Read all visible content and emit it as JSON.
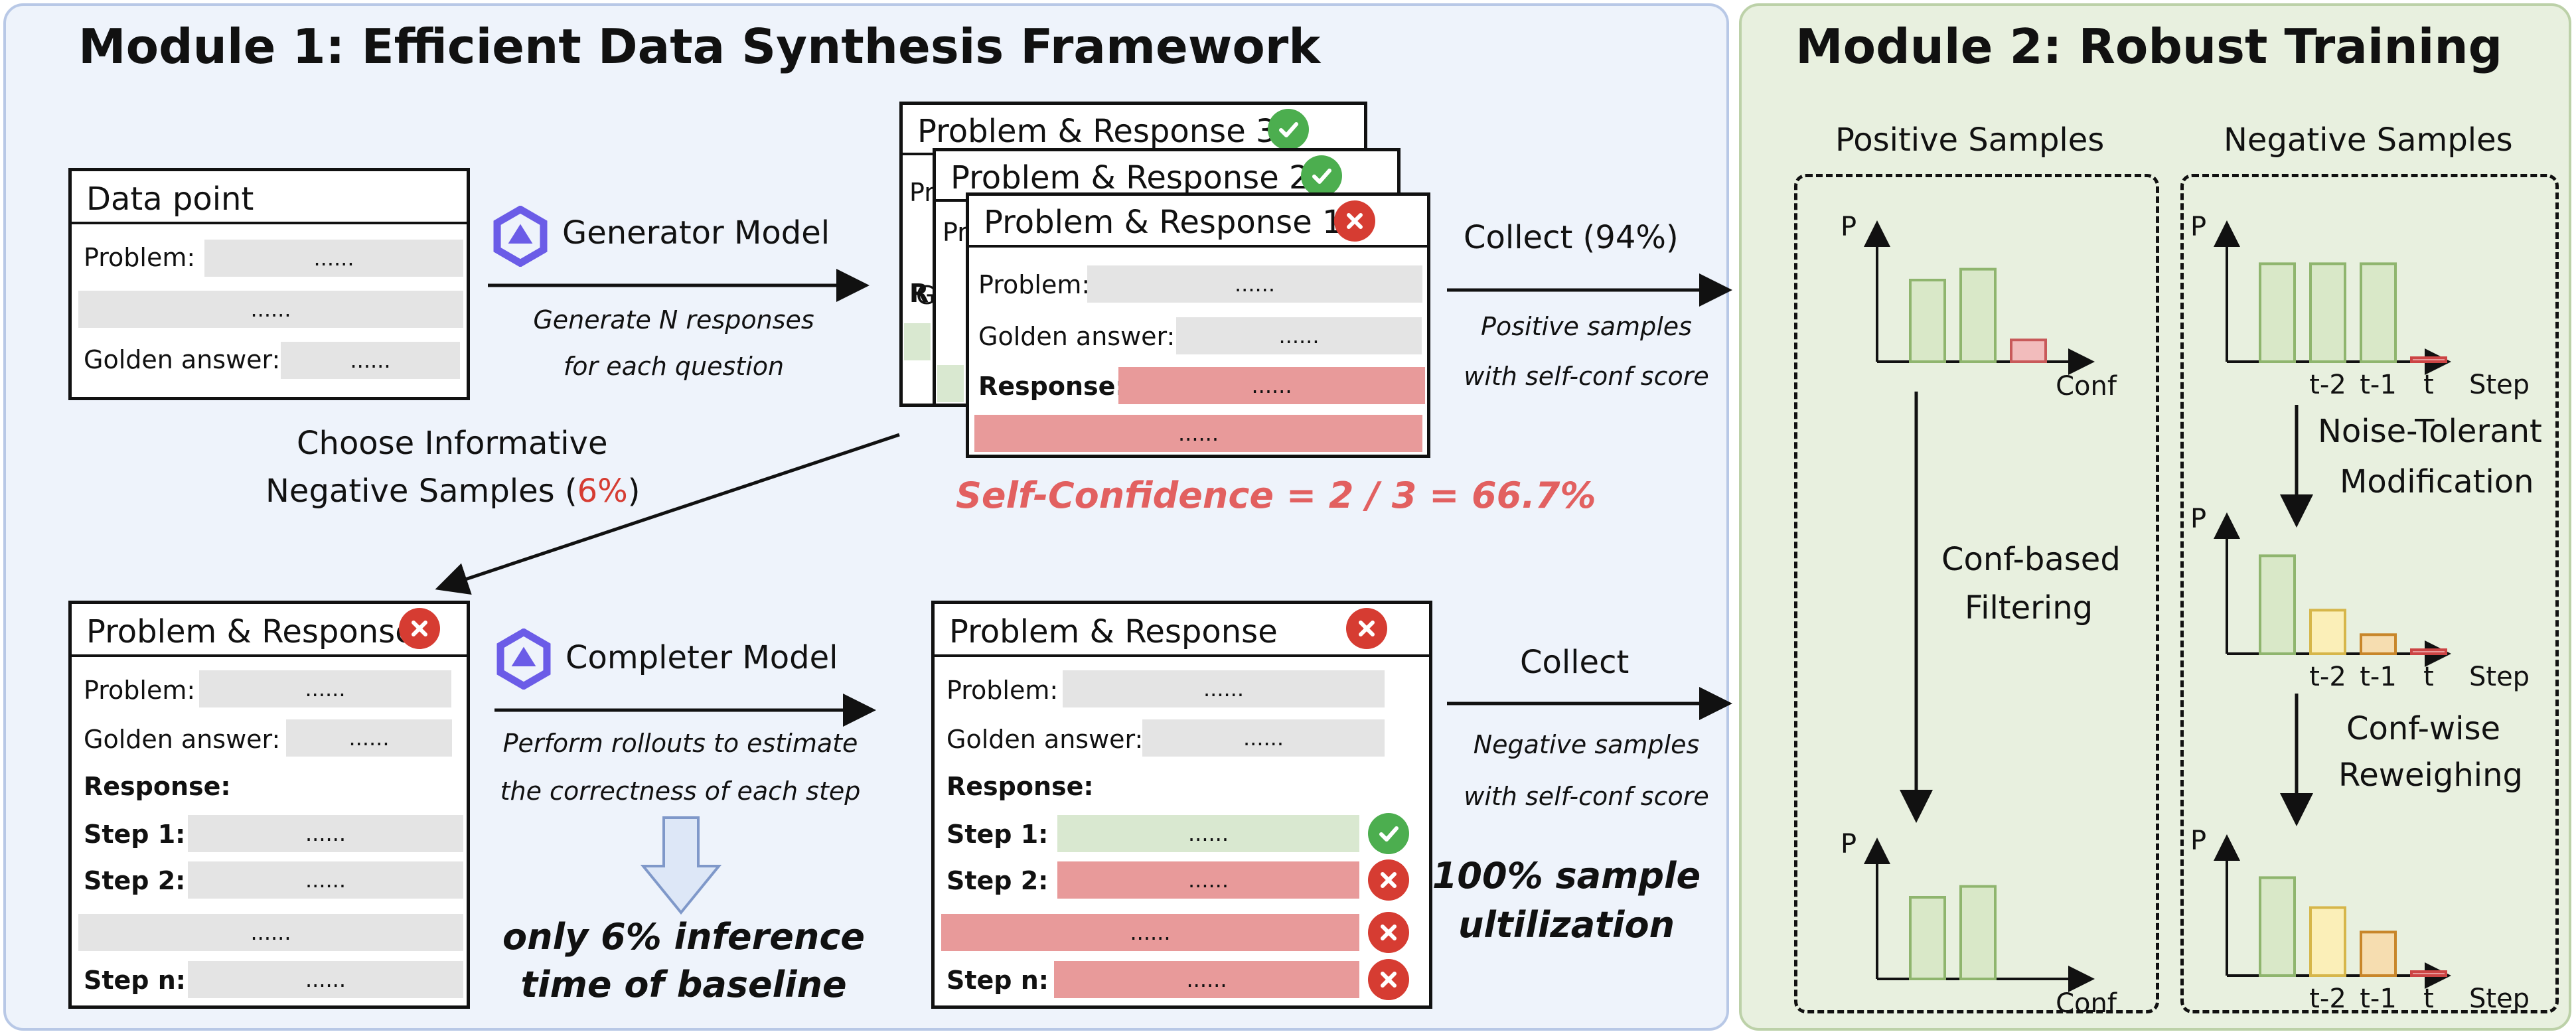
{
  "module1": {
    "title": "Module 1: Efficient Data Synthesis Framework",
    "data_point": {
      "header": "Data point",
      "problem": "Problem:",
      "golden": "Golden answer:",
      "dots": "......"
    },
    "generator": {
      "label": "Generator Model",
      "desc1": "Generate N responses",
      "desc2": "for each question"
    },
    "stack": {
      "h3": "Problem & Response 3",
      "h2": "Problem & Response 2",
      "h1": "Problem & Response 1",
      "pr": "Pr",
      "g": "G",
      "r": "R",
      "problem": "Problem:",
      "golden": "Golden answer:",
      "response": "Response:",
      "dots": "......"
    },
    "self_conf": "Self-Confidence = 2 / 3 = 66.7%",
    "collect_pos": {
      "label": "Collect (94%)",
      "desc1": "Positive samples",
      "desc2": "with self-conf score"
    },
    "choose": {
      "line1": "Choose Informative",
      "line2_a": "Negative Samples (",
      "line2_pct": "6%",
      "line2_b": ")"
    },
    "neg_card": {
      "header": "Problem & Response",
      "problem": "Problem:",
      "golden": "Golden answer:",
      "response": "Response:",
      "step1": "Step 1:",
      "step2": "Step 2:",
      "stepn": "Step n:",
      "dots": "......"
    },
    "completer": {
      "label": "Completer Model",
      "desc1": "Perform rollouts to estimate",
      "desc2": "the correctness of each step"
    },
    "inference": {
      "line1": "only 6% inference",
      "line2": "time of baseline"
    },
    "result_card": {
      "header": "Problem & Response",
      "problem": "Problem:",
      "golden": "Golden answer:",
      "response": "Response:",
      "step1": "Step 1:",
      "step2": "Step 2:",
      "stepn": "Step n:",
      "dots": "......"
    },
    "collect_neg": {
      "label": "Collect",
      "desc1": "Negative samples",
      "desc2": "with self-conf score"
    },
    "utilization": {
      "line1": "100% sample",
      "line2": "ultilization"
    }
  },
  "module2": {
    "title": "Module 2: Robust Training",
    "positive_title": "Positive Samples",
    "negative_title": "Negative Samples",
    "filtering": {
      "line1": "Conf-based",
      "line2": "Filtering"
    },
    "noise": {
      "line1": "Noise-Tolerant",
      "line2": "Modification"
    },
    "reweigh": {
      "line1": "Conf-wise",
      "line2": "Reweighing"
    },
    "axis": {
      "p": "P",
      "conf": "Conf",
      "step": "Step",
      "t2": "t-2",
      "t1": "t-1",
      "t": "t"
    },
    "plots": {
      "pos_top": [
        0.6,
        0.68,
        0.16
      ],
      "pos_bottom": [
        0.6,
        0.68
      ],
      "neg_top": [
        0.72,
        0.72,
        0.72,
        0.02
      ],
      "neg_mid": [
        0.72,
        0.32,
        0.14,
        0.02
      ],
      "neg_bottom": [
        0.72,
        0.5,
        0.32,
        0.02
      ]
    }
  },
  "colors": {
    "green": "#4cae4f",
    "red": "#d63c32",
    "pink": "#e89a9a",
    "panel1": "#eef3fb",
    "panel2": "#e8f0df"
  }
}
